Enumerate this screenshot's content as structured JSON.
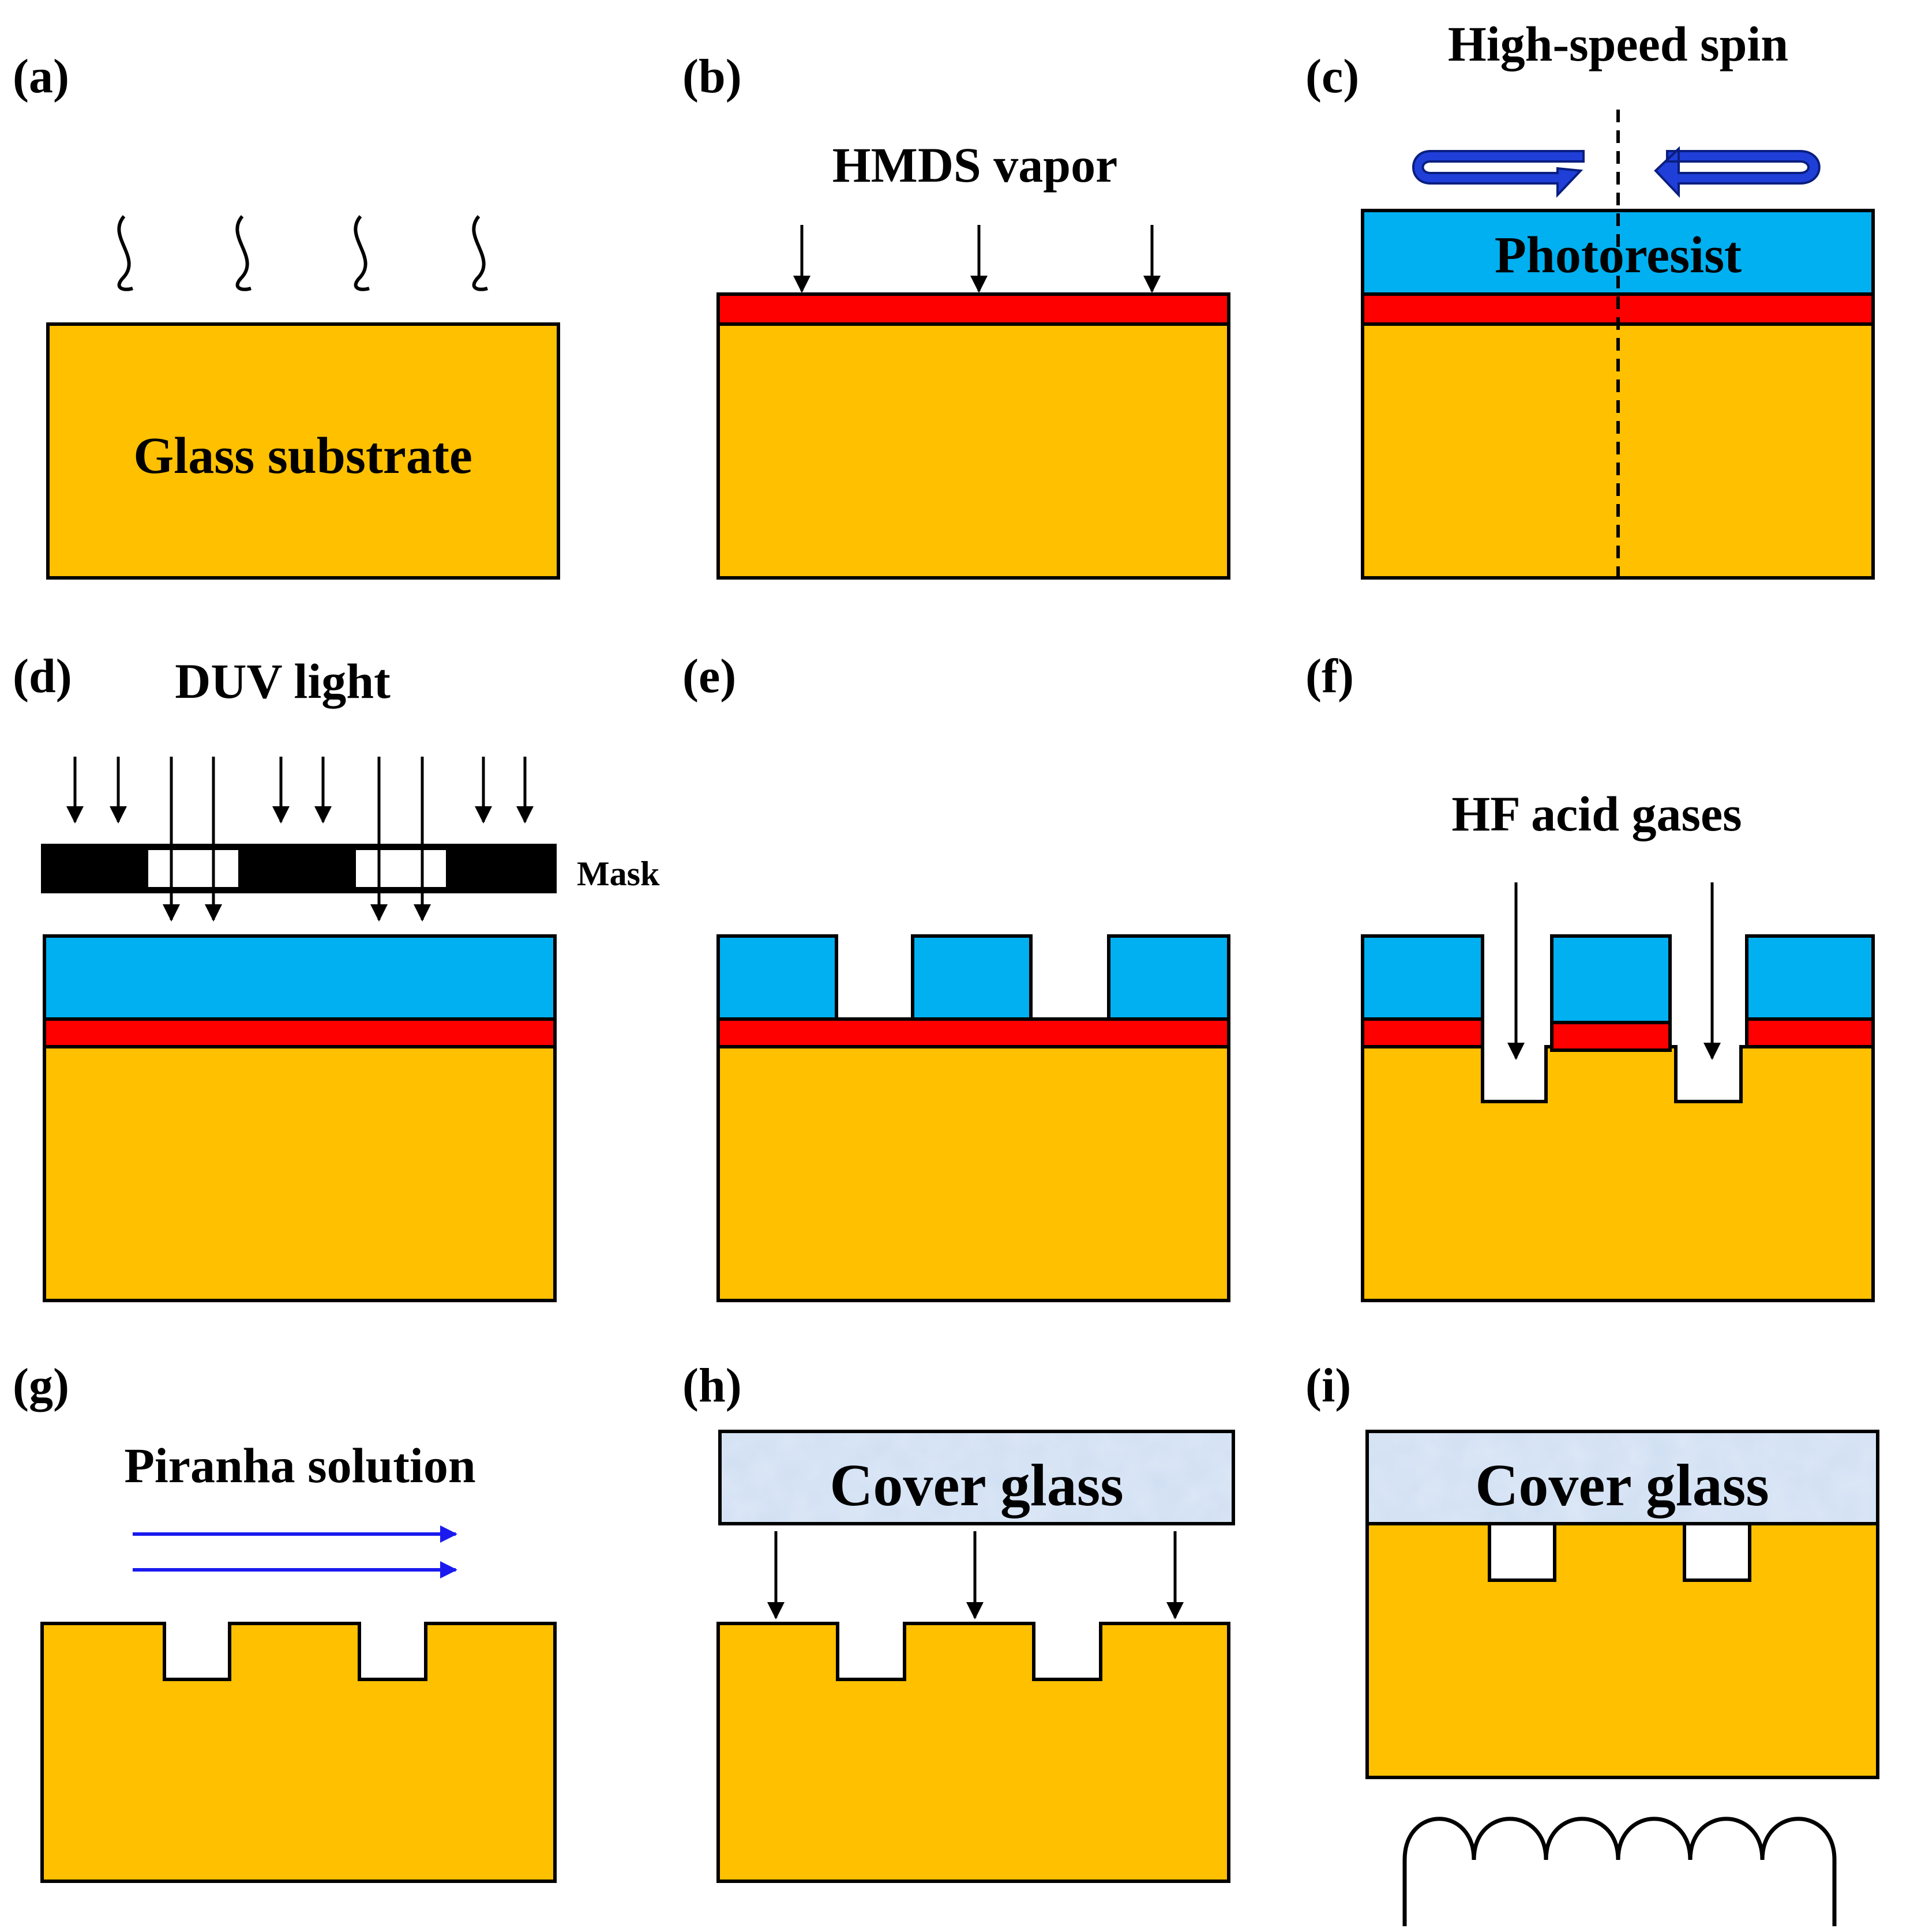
{
  "panels": {
    "a": {
      "letter": "(a)",
      "substrate_label": "Glass substrate"
    },
    "b": {
      "letter": "(b)",
      "caption": "HMDS vapor"
    },
    "c": {
      "letter": "(c)",
      "caption": "High-speed spin",
      "layer_label": "Photoresist"
    },
    "d": {
      "letter": "(d)",
      "caption": "DUV light",
      "mask_label": "Mask"
    },
    "e": {
      "letter": "(e)"
    },
    "f": {
      "letter": "(f)",
      "caption": "HF acid gases"
    },
    "g": {
      "letter": "(g)",
      "caption": "Piranha solution"
    },
    "h": {
      "letter": "(h)",
      "cover_label": "Cover glass"
    },
    "i": {
      "letter": "(i)",
      "cover_label": "Cover glass"
    }
  },
  "colors": {
    "substrate": "#FFC000",
    "hmds_layer": "#FF0000",
    "photoresist": "#00B0F0",
    "mask": "#000000",
    "spin_arrows": "#1F3FD8",
    "flow_arrows": "#1A1AF0",
    "cover_glass": "#C9DAF0",
    "outline": "#000000"
  },
  "icons": [
    "wavy-heat-line",
    "down-arrow",
    "spin-arrow",
    "flow-arrow",
    "heater-coil"
  ]
}
